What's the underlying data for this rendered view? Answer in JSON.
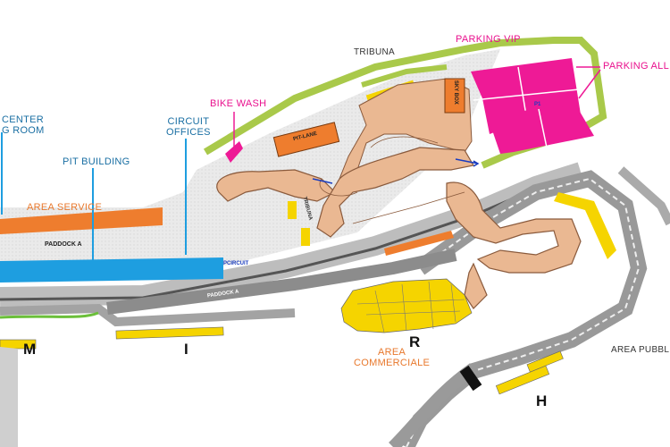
{
  "labels": {
    "center_line1": "CENTER",
    "center_line2": "G ROOM",
    "pit_building": "PIT BUILDING",
    "area_service": "AREA SERVICE",
    "paddock_a": "PADDOCK A",
    "paddock_a_track": "PADDOCK A",
    "circuit_offices_line1": "CIRCUIT",
    "circuit_offices_line2": "OFFICES",
    "bike_wash": "BIKE WASH",
    "tribuna_top": "TRIBUNA",
    "tribuna_mid": "TRIBUNA",
    "parking_vip": "PARKING VIP",
    "parking_all": "PARKING ALL",
    "pit_lane": "PIT-LANE",
    "sky_box": "SKY BOX",
    "p1": "P1",
    "p_circuit": "PCIRCUIT",
    "area_commerciale_line1": "AREA",
    "area_commerciale_line2": "COMMERCIALE",
    "area_pubblico": "AREA PUBBLICO",
    "zone_m": "M",
    "zone_i": "I",
    "zone_r": "R",
    "zone_h": "H"
  },
  "colors": {
    "track_orange": "#eab892",
    "track_border": "#8a5a3c",
    "asphalt": "#7d7d7d",
    "green": "#a9c94a",
    "yellow": "#f5d400",
    "orange": "#ee7d2e",
    "blue": "#1e9ee0",
    "pink": "#ee1a96"
  }
}
